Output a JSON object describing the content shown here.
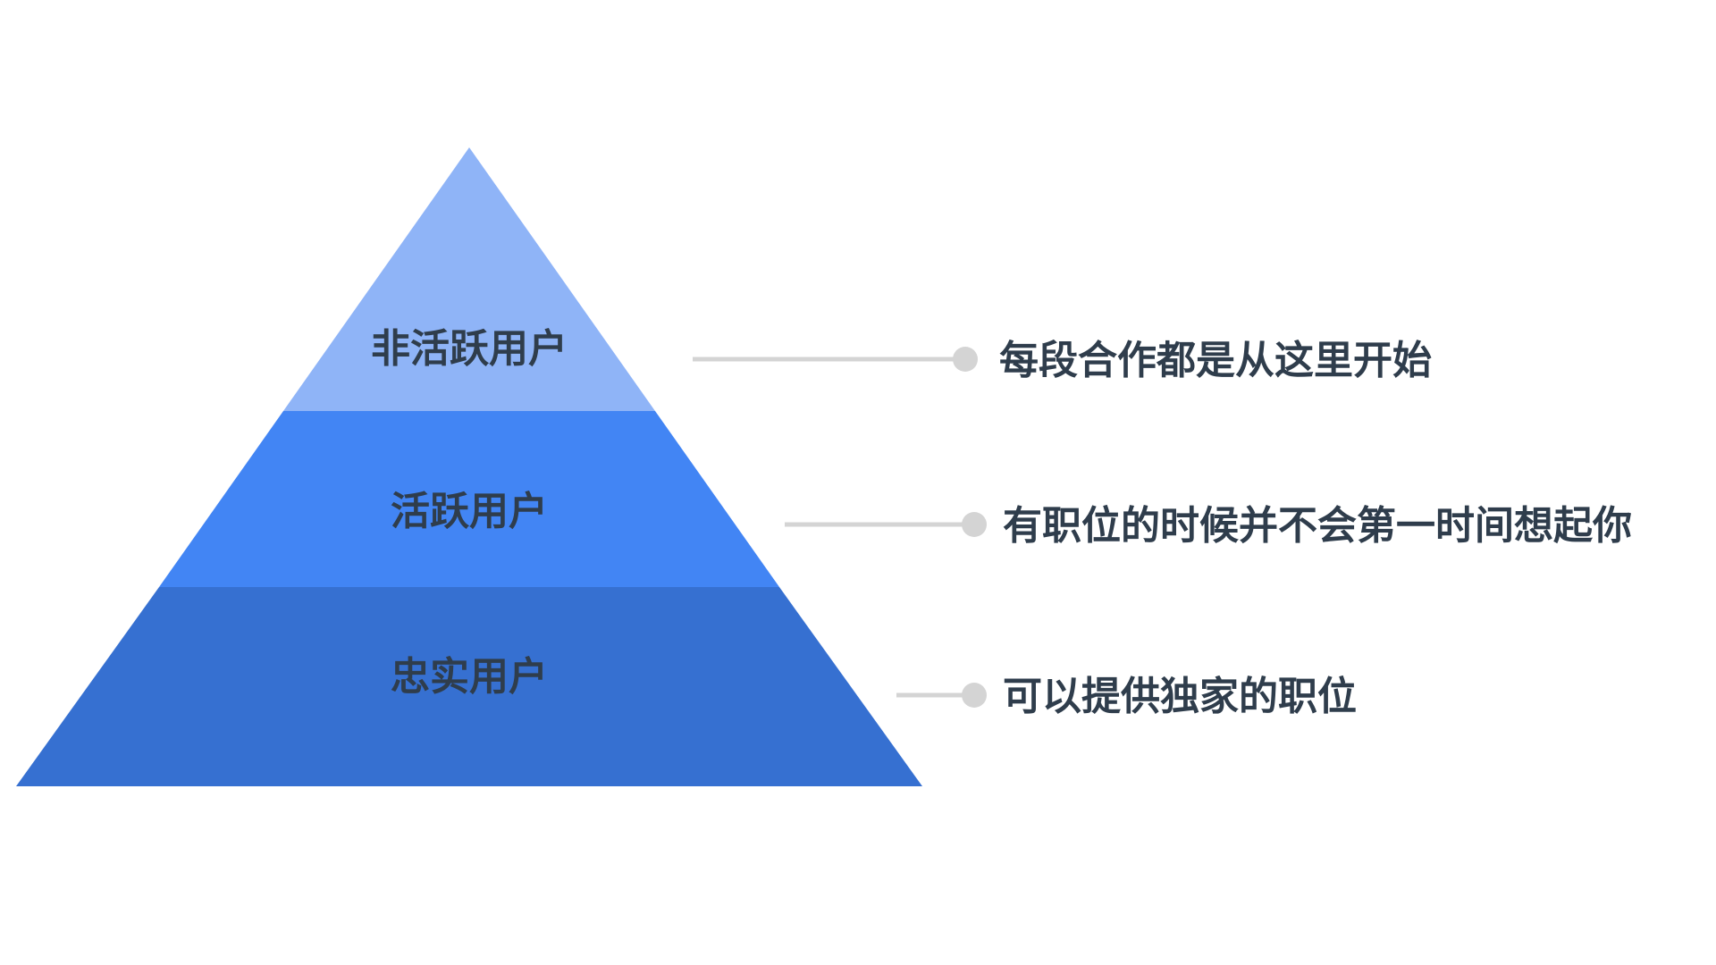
{
  "colors": {
    "tier_top": "#8fb4f7",
    "tier_middle": "#4285f4",
    "tier_bottom": "#3670d1",
    "connector": "#d4d4d4",
    "text": "#2f3d4c",
    "background": "#ffffff"
  },
  "tiers": [
    {
      "label": "非活跃用户",
      "description": "每段合作都是从这里开始"
    },
    {
      "label": "活跃用户",
      "description": "有职位的时候并不会第一时间想起你"
    },
    {
      "label": "忠实用户",
      "description": "可以提供独家的职位"
    }
  ]
}
